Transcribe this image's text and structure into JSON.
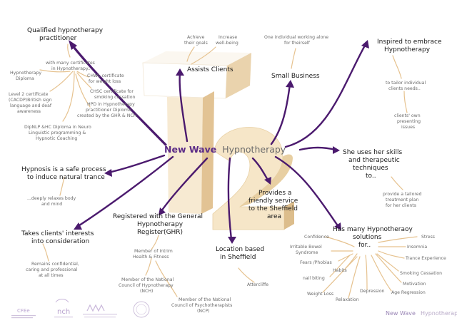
{
  "center": {
    "part1": "New Wave",
    "part2": "Hypnotherapy"
  },
  "colors": {
    "purple": "#4b1a6e",
    "tan": "#e8c898",
    "text": "#1a1a1a",
    "leaf": "#6b6b6b"
  },
  "nodes": {
    "qualified": {
      "l1": "Qualified hypnotherapy",
      "l2": "practitioner"
    },
    "assists": {
      "l1": "Assists Clients"
    },
    "small_business": {
      "l1": "Small Business"
    },
    "inspired": {
      "l1": "Inspired to embrace",
      "l2": "Hypnotherapy"
    },
    "skills": {
      "l1": "She uses her skills",
      "l2": "and therapeutic",
      "l3": "techniques",
      "l4": "to.."
    },
    "hypnosis": {
      "l1": "Hypnosis is a safe process",
      "l2": "to induce natural trance"
    },
    "interests": {
      "l1": "Takes clients' interests",
      "l2": "into consideration"
    },
    "registered": {
      "l1": "Registered with the General",
      "l2": "Hypnotherapy",
      "l3": "Register(GHR)"
    },
    "location": {
      "l1": "Location based",
      "l2": "in Sheffield"
    },
    "friendly": {
      "l1": "Provides a",
      "l2": "friendly service",
      "l3": "to the Sheffield",
      "l4": "area"
    },
    "solutions": {
      "l1": "Has many Hypnotheraoy",
      "l2": "solutions",
      "l3": "for.."
    }
  },
  "leaves": {
    "certs": {
      "l1": "with many certificates",
      "l2": "in Hypnotherapy.."
    },
    "diploma": {
      "l1": "Hypnotherapy",
      "l2": "Diploma"
    },
    "chwl": {
      "l1": "CHWL certificate",
      "l2": "for weight loss"
    },
    "chsc": {
      "l1": "CHSC certificate for",
      "l2": "smoking cessation"
    },
    "cacdp": {
      "l1": "Level 2 certificate",
      "l2": "(CACDP)British sign",
      "l3": "language and deaf",
      "l4": "awareness"
    },
    "hpd": {
      "l1": "HPD in Hypnotherapy",
      "l2": "practitioner Diploma",
      "l3": "created by the GHR & NCH"
    },
    "dipnlp": {
      "l1": "DipNLP &HC Diploma in Neuro",
      "l2": "Linguistic programming &",
      "l3": "Hypnotic Coaching"
    },
    "achieve": {
      "l1": "Achieve",
      "l2": "their goals"
    },
    "wellbeing": {
      "l1": "Increase",
      "l2": "well-being"
    },
    "alone": {
      "l1": "One individual working alone",
      "l2": "for theirself"
    },
    "tailor": {
      "l1": "to tailor individual",
      "l2": "clients needs.."
    },
    "presenting": {
      "l1": "clients' own",
      "l2": "presenting",
      "l3": "issues"
    },
    "tailored": {
      "l1": "provide a tailored",
      "l2": "treatment plan",
      "l3": "for her clients"
    },
    "relaxes": {
      "l1": "...deeply relaxes body",
      "l2": "and mind"
    },
    "confidential": {
      "l1": "Remains confidential,",
      "l2": "caring and professional",
      "l3": "at all times"
    },
    "intrim": {
      "l1": "Member of Intrim",
      "l2": "Health & Fitness"
    },
    "nch": {
      "l1": "Member of the National",
      "l2": "Council of Hypnotherapy",
      "l3": "(NCH)"
    },
    "ncp": {
      "l1": "Member of the National",
      "l2": "Council of Psychotherapists",
      "l3": "(NCP)"
    },
    "attercliffe": {
      "l1": "Attercliffe"
    },
    "confidence": {
      "l1": "Confidence"
    },
    "stress": {
      "l1": "Stress"
    },
    "ibs": {
      "l1": "Irritable Bowel",
      "l2": "Syndrome"
    },
    "insomnia": {
      "l1": "Insomnia"
    },
    "fears": {
      "l1": "Fears /Phobias"
    },
    "trance": {
      "l1": "Trance Experience"
    },
    "habits": {
      "l1": "Habits"
    },
    "nailbiting": {
      "l1": "nail biting"
    },
    "smoking": {
      "l1": "Smoking Cessation"
    },
    "motivation": {
      "l1": "Motivation"
    },
    "depression": {
      "l1": "Depression"
    },
    "ageregression": {
      "l1": "Age Regression"
    },
    "weightloss": {
      "l1": "Weight Loss"
    },
    "relaxation": {
      "l1": "Relaxation"
    }
  },
  "logos": {
    "cfe": "CFEe",
    "nch": "nch",
    "brand_part1": "New Wave",
    "brand_part2": "Hypnotherapy"
  }
}
